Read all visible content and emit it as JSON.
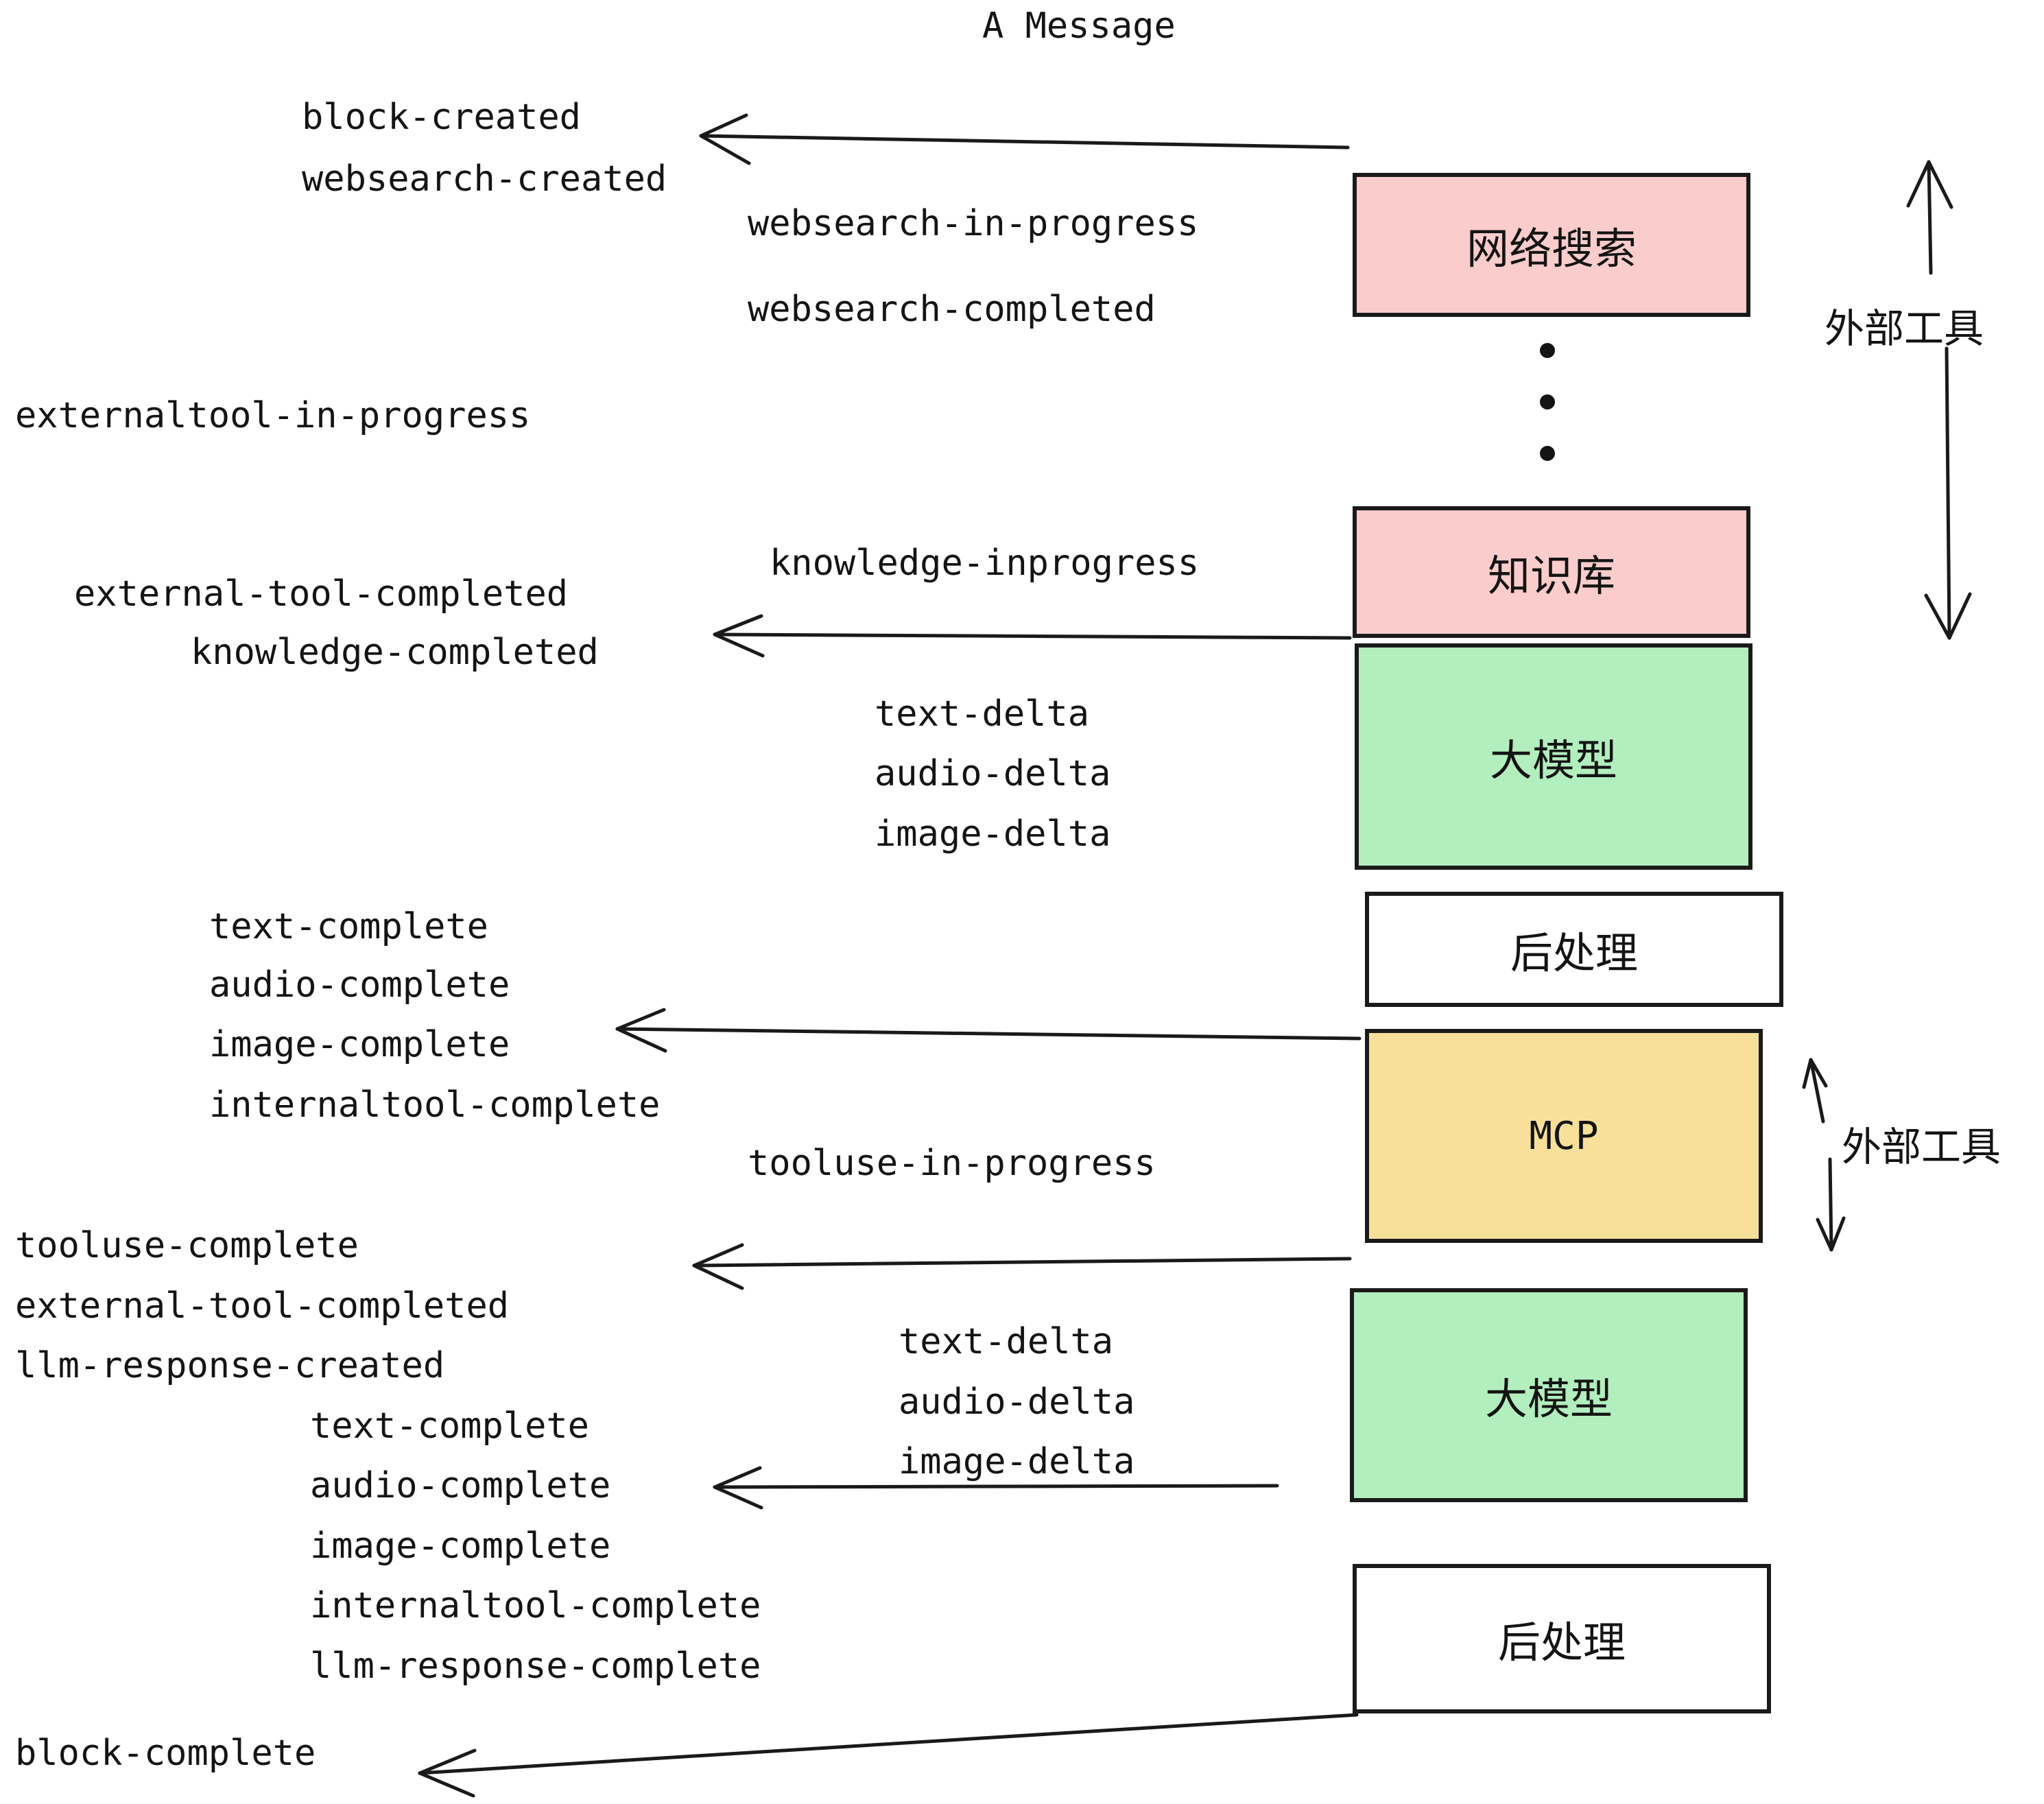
{
  "diagram": {
    "title": "A Message",
    "colors": {
      "pink": "#FACCCC",
      "green": "#B2EEBE",
      "yellow": "#F9E09A",
      "white": "#FFFFFF",
      "stroke": "#1A1A1A",
      "text": "#141414"
    },
    "boxes": [
      {
        "id": "websearch",
        "label": "网络搜索",
        "fill": "pink"
      },
      {
        "id": "knowledge",
        "label": "知识库",
        "fill": "pink"
      },
      {
        "id": "llm-top",
        "label": "大模型",
        "fill": "green"
      },
      {
        "id": "post-top",
        "label": "后处理",
        "fill": "white"
      },
      {
        "id": "mcp",
        "label": "MCP",
        "fill": "yellow"
      },
      {
        "id": "llm-bottom",
        "label": "大模型",
        "fill": "green"
      },
      {
        "id": "post-bottom",
        "label": "后处理",
        "fill": "white"
      }
    ],
    "side_labels": [
      {
        "id": "external-tools-top",
        "label": "外部工具"
      },
      {
        "id": "external-tools-bottom",
        "label": "外部工具"
      }
    ],
    "events": {
      "block_created": "block-created",
      "websearch_created": "websearch-created",
      "websearch_in_progress": "websearch-in-progress",
      "websearch_completed": "websearch-completed",
      "externaltool_in_progress": "externaltool-in-progress",
      "knowledge_inprogress": "knowledge-inprogress",
      "external_tool_completed_1": "external-tool-completed",
      "knowledge_completed": "knowledge-completed",
      "text_delta_1": "text-delta",
      "audio_delta_1": "audio-delta",
      "image_delta_1": "image-delta",
      "text_complete_1": "text-complete",
      "audio_complete_1": "audio-complete",
      "image_complete_1": "image-complete",
      "internaltool_complete_1": "internaltool-complete",
      "tooluse_in_progress": "tooluse-in-progress",
      "tooluse_complete": "tooluse-complete",
      "external_tool_completed_2": "external-tool-completed",
      "llm_response_created": "llm-response-created",
      "text_delta_2": "text-delta",
      "audio_delta_2": "audio-delta",
      "image_delta_2": "image-delta",
      "text_complete_2": "text-complete",
      "audio_complete_2": "audio-complete",
      "image_complete_2": "image-complete",
      "internaltool_complete_2": "internaltool-complete",
      "llm_response_complete": "llm-response-complete",
      "block_complete": "block-complete"
    }
  }
}
